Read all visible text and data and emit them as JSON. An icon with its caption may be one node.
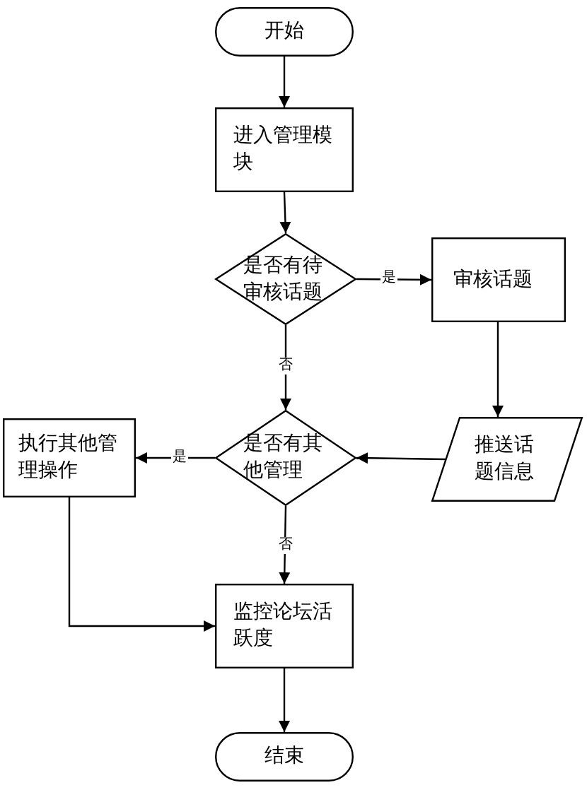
{
  "diagram": {
    "nodes": [
      {
        "text": [
          "开始"
        ]
      },
      {
        "text": [
          "进入管理模块"
        ]
      },
      {
        "text": [
          "是否有待审核话题"
        ]
      },
      {
        "text": [
          "审核话题"
        ]
      },
      {
        "text": [
          "推送话题信息"
        ]
      },
      {
        "text": [
          "是否有其他管理"
        ]
      },
      {
        "text": [
          "执行其他管理操作"
        ]
      },
      {
        "text": [
          "监控论坛活跃度"
        ]
      },
      {
        "text": [
          "结束"
        ]
      }
    ],
    "edges": [
      {
        "from": 0,
        "to": 1,
        "arrow": "to"
      },
      {
        "from": 1,
        "to": 2,
        "arrow": "to"
      },
      {
        "from": 2,
        "to": 3,
        "arrow": "to",
        "label": "是"
      },
      {
        "from": 2,
        "to": 5,
        "arrow": "to",
        "label": "否"
      },
      {
        "from": 3,
        "to": 4,
        "arrow": "to"
      },
      {
        "from": 4,
        "to": 5,
        "arrow": "to"
      },
      {
        "from": 5,
        "to": 6,
        "arrow": "to",
        "label": "是"
      },
      {
        "from": 5,
        "to": 7,
        "arrow": "to",
        "label": "否"
      },
      {
        "from": 6,
        "to": 7,
        "arrow": "to"
      },
      {
        "from": 7,
        "to": 8,
        "arrow": "to"
      }
    ]
  }
}
